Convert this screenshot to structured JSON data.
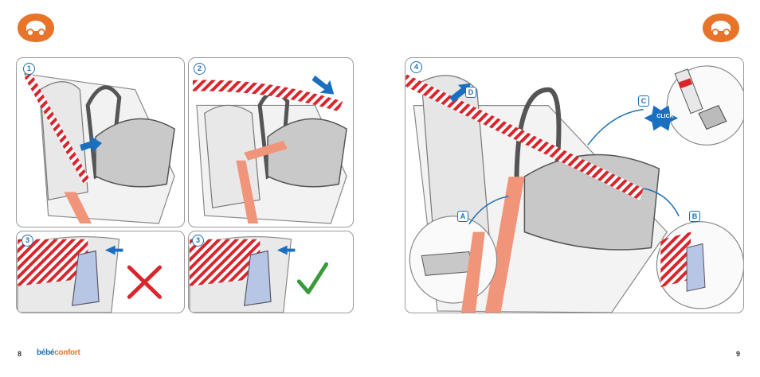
{
  "page_left_number": "8",
  "page_right_number": "9",
  "brand": {
    "part1": "bébé",
    "part2": "confort"
  },
  "steps": {
    "step1": "1",
    "step2": "2",
    "step3a": "3",
    "step3b": "3",
    "step4": "4"
  },
  "callouts": {
    "a": "A",
    "b": "B",
    "c": "C",
    "d": "D"
  },
  "click_text": "CLICK",
  "colors": {
    "logo_orange": "#e8742a",
    "step_blue": "#1f6fb5",
    "arrow_blue": "#1a6fc0",
    "strap_red": "#d9252b",
    "belt_salmon": "#f0957a",
    "cross_red": "#d9252b",
    "check_green": "#3a9a3a"
  }
}
